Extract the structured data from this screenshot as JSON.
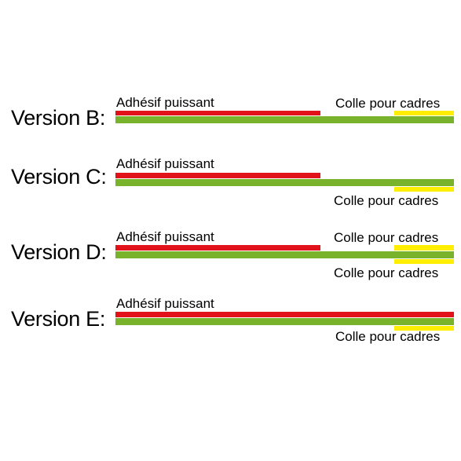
{
  "colors": {
    "adhesive": "#e2121b",
    "base": "#78b32b",
    "frame_glue": "#ffee00"
  },
  "versions": [
    {
      "label": "Version B:",
      "adhesive_label": "Adhésif puissant",
      "frame_label_top": "Colle pour cadres",
      "frame_label_bottom": ""
    },
    {
      "label": "Version C:",
      "adhesive_label": "Adhésif puissant",
      "frame_label_top": "",
      "frame_label_bottom": "Colle pour cadres"
    },
    {
      "label": "Version D:",
      "adhesive_label": "Adhésif puissant",
      "frame_label_top": "Colle pour cadres",
      "frame_label_bottom": "Colle pour cadres"
    },
    {
      "label": "Version E:",
      "adhesive_label": "Adhésif puissant",
      "frame_label_top": "",
      "frame_label_bottom": "Colle pour cadres"
    }
  ]
}
